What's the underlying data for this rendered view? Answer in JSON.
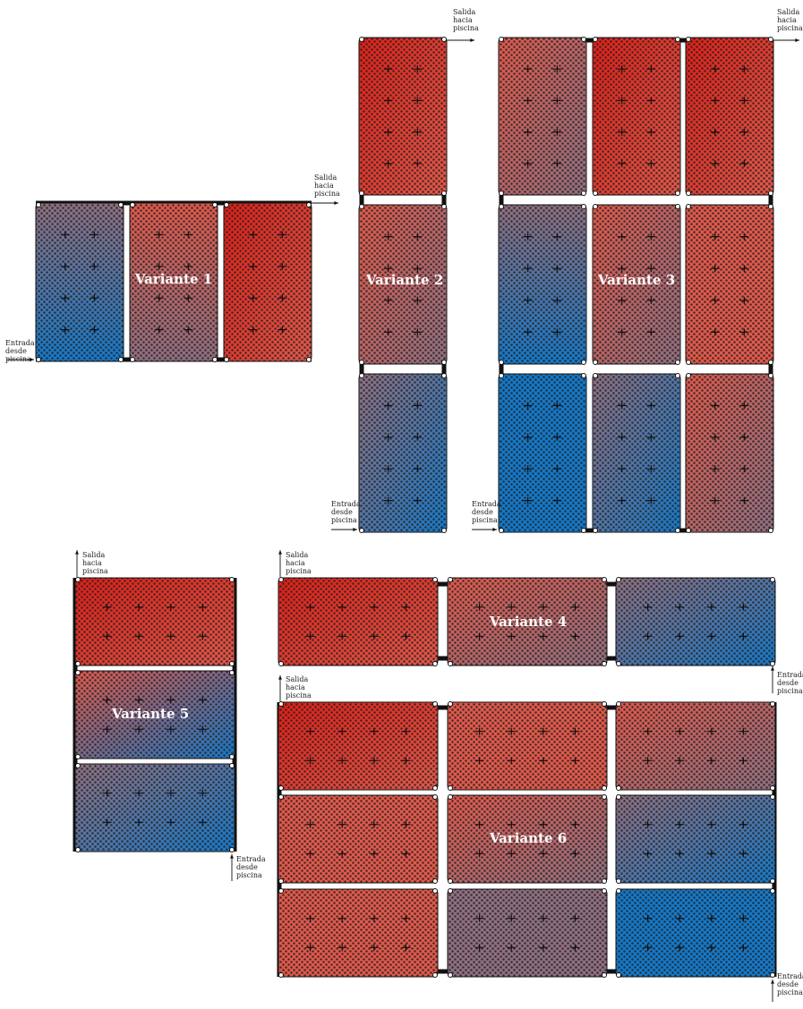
{
  "annotations": {
    "outlet": [
      "Salida",
      "hacia",
      "piscina"
    ],
    "inlet": [
      "Entrada",
      "desde",
      "piscina"
    ]
  },
  "variants": {
    "v1": "Variante 1",
    "v2": "Variante 2",
    "v3": "Variante 3",
    "v4": "Variante 4",
    "v5": "Variante 5",
    "v6": "Variante 6"
  },
  "colors": {
    "cold": "#1478c8",
    "mid": "#8f6f80",
    "warm": "#e0584a",
    "hot": "#dd1f17",
    "frame": "#111111",
    "pipe": "#111111",
    "hole": "#222222"
  }
}
